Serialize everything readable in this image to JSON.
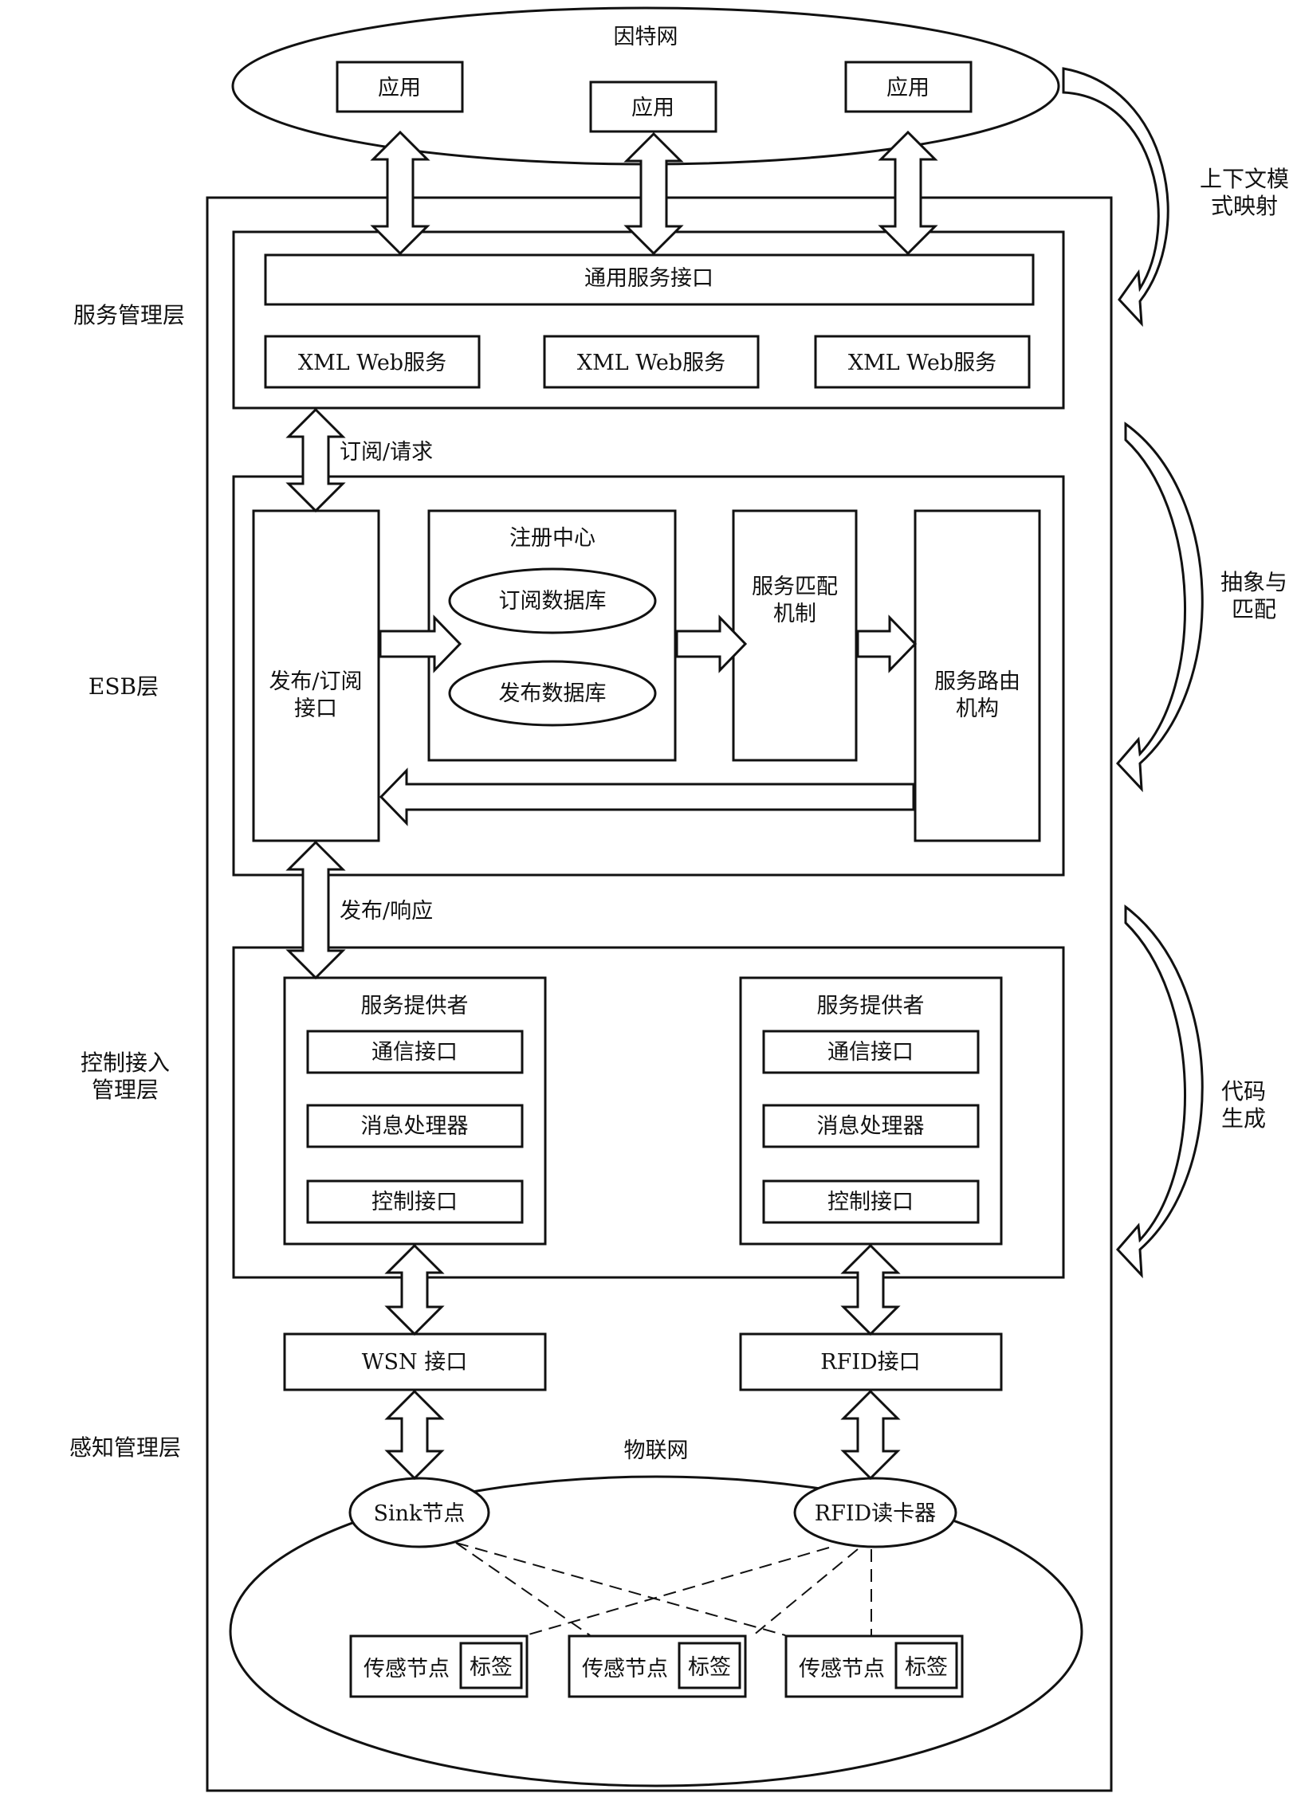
{
  "internet": {
    "title": "因特网",
    "apps": [
      "应用",
      "应用",
      "应用"
    ]
  },
  "side_labels": {
    "context_mapping": [
      "上下文模",
      "式映射"
    ],
    "abstraction_matching": [
      "抽象与",
      "匹配"
    ],
    "code_generation": [
      "代码",
      "生成"
    ]
  },
  "layers": {
    "service_management": "服务管理层",
    "esb": "ESB层",
    "control_access": [
      "控制接入",
      "管理层"
    ],
    "perception_management": "感知管理层"
  },
  "service_layer": {
    "common_interface": "通用服务接口",
    "web_services": [
      "XML Web服务",
      "XML Web服务",
      "XML Web服务"
    ]
  },
  "links": {
    "subscribe_request": "订阅/请求",
    "publish_response": "发布/响应"
  },
  "esb_layer": {
    "pubsub_interface": [
      "发布/订阅",
      "接口"
    ],
    "registry": {
      "title": "注册中心",
      "subscription_db": "订阅数据库",
      "publish_db": "发布数据库"
    },
    "service_matching": [
      "服务匹配",
      "机制"
    ],
    "service_routing": [
      "服务路由",
      "机构"
    ]
  },
  "control_layer": {
    "providers": [
      {
        "title": "服务提供者",
        "items": [
          "通信接口",
          "消息处理器",
          "控制接口"
        ]
      },
      {
        "title": "服务提供者",
        "items": [
          "通信接口",
          "消息处理器",
          "控制接口"
        ]
      }
    ]
  },
  "interfaces": {
    "wsn": "WSN 接口",
    "rfid": "RFID接口"
  },
  "iot": {
    "title": "物联网",
    "sink_node": "Sink节点",
    "rfid_reader": "RFID读卡器",
    "sensor_nodes": [
      {
        "label": "传感节点",
        "tag": "标签"
      },
      {
        "label": "传感节点",
        "tag": "标签"
      },
      {
        "label": "传感节点",
        "tag": "标签"
      }
    ]
  }
}
